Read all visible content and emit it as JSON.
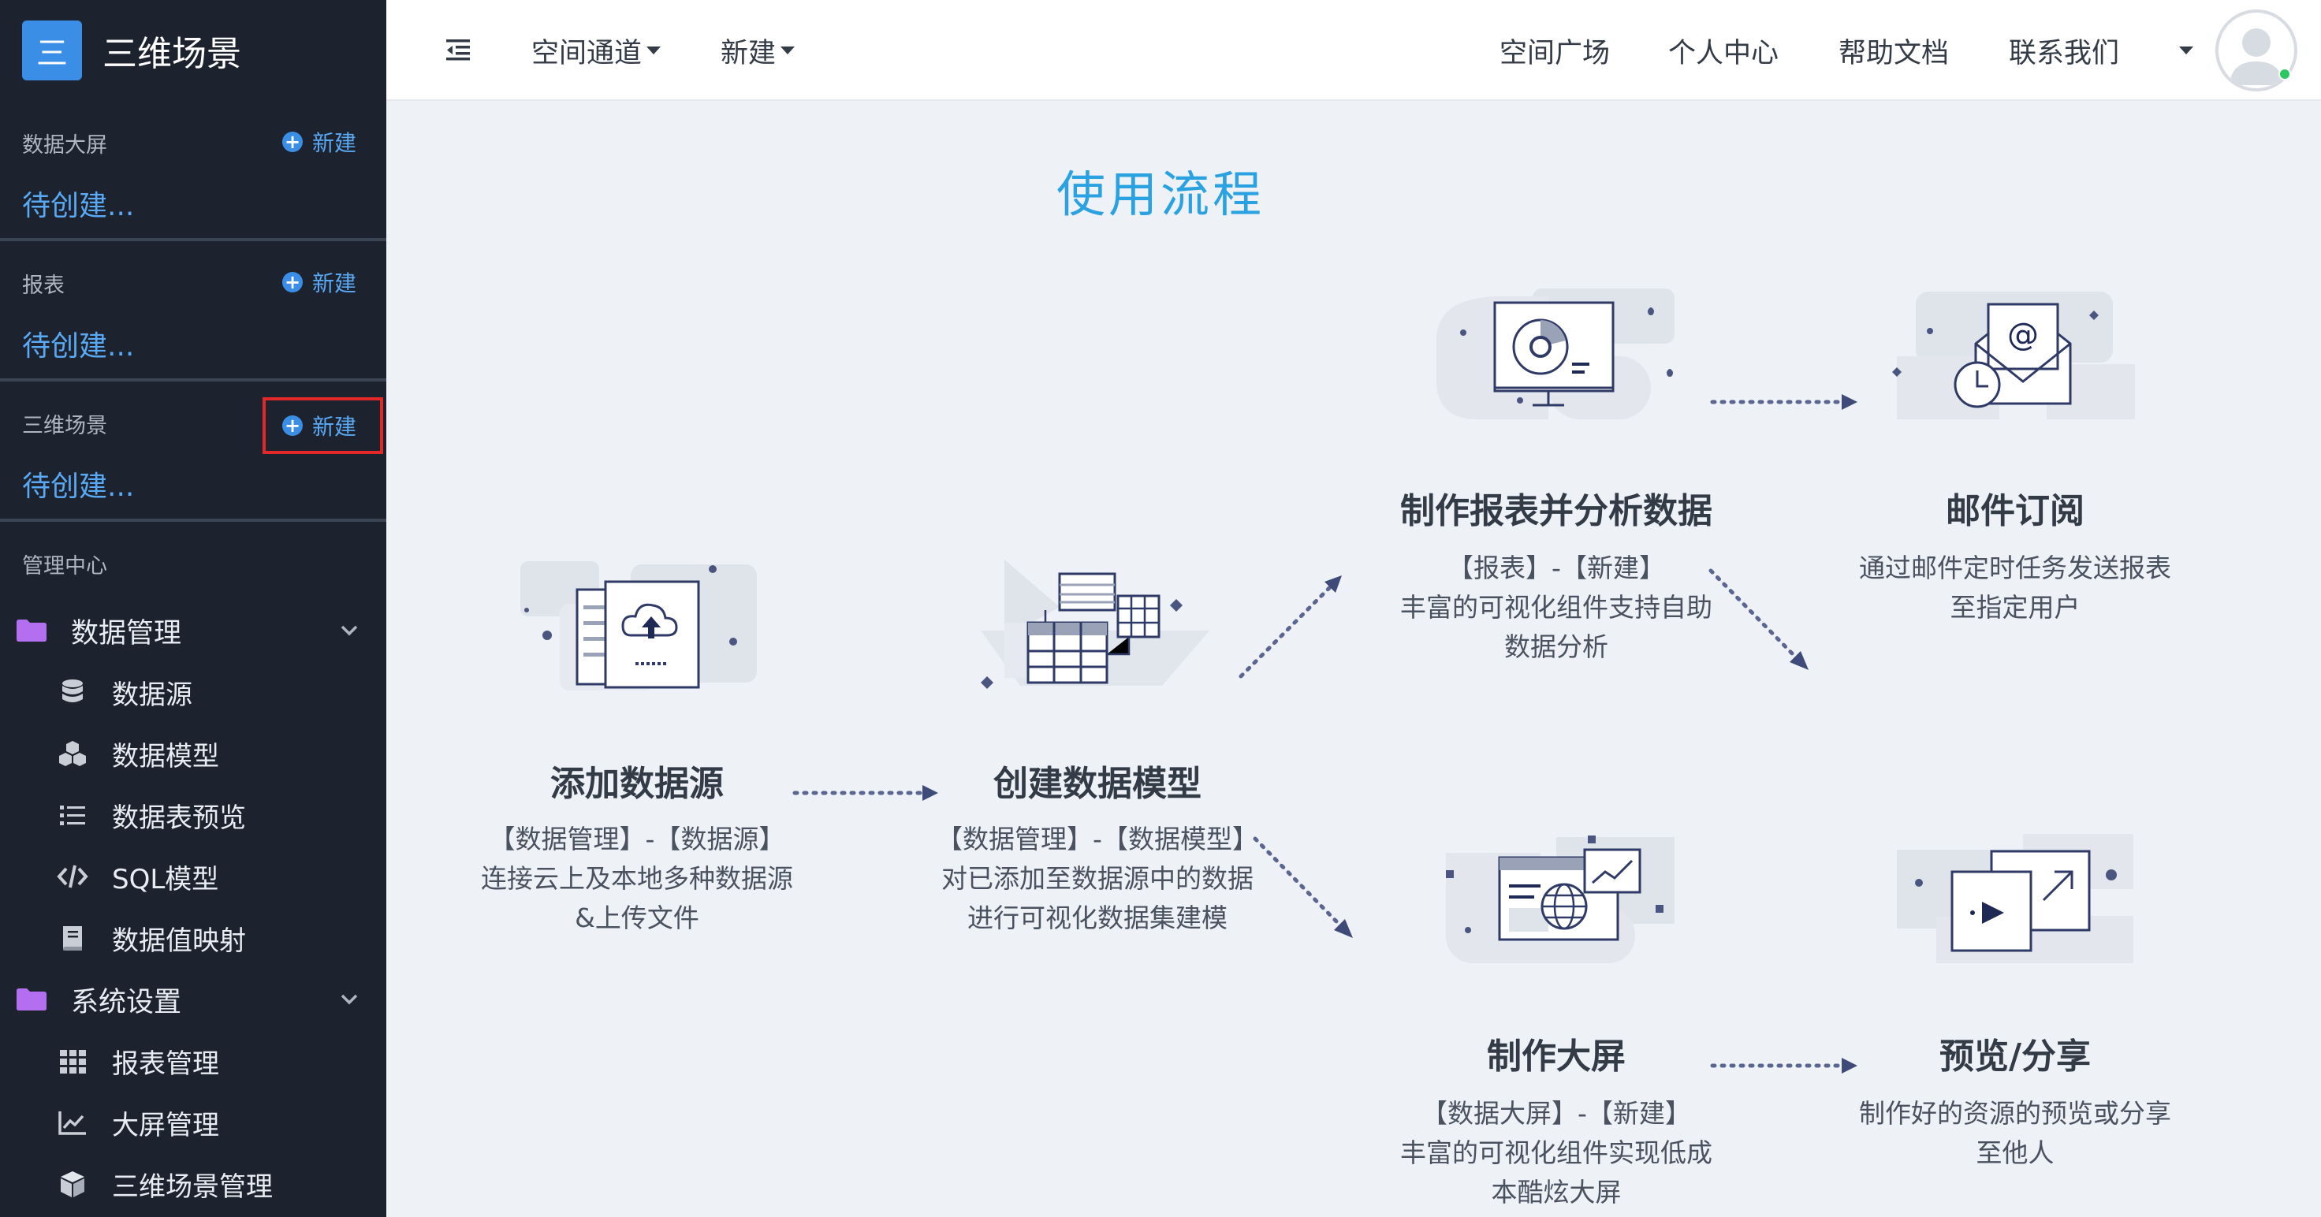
{
  "app": {
    "title": "三维场景",
    "logo_glyph": "三"
  },
  "sidebar": {
    "sections": [
      {
        "title": "数据大屏",
        "new_label": "新建",
        "pending": "待创建..."
      },
      {
        "title": "报表",
        "new_label": "新建",
        "pending": "待创建..."
      },
      {
        "title": "三维场景",
        "new_label": "新建",
        "pending": "待创建..."
      }
    ],
    "management_title": "管理中心",
    "groups": [
      {
        "label": "数据管理",
        "items": [
          {
            "label": "数据源",
            "icon": "database-icon"
          },
          {
            "label": "数据模型",
            "icon": "cubes-icon"
          },
          {
            "label": "数据表预览",
            "icon": "list-icon"
          },
          {
            "label": "SQL模型",
            "icon": "code-icon"
          },
          {
            "label": "数据值映射",
            "icon": "book-icon"
          }
        ]
      },
      {
        "label": "系统设置",
        "items": [
          {
            "label": "报表管理",
            "icon": "grid-icon"
          },
          {
            "label": "大屏管理",
            "icon": "chart-line-icon"
          },
          {
            "label": "三维场景管理",
            "icon": "cube-icon"
          }
        ]
      }
    ]
  },
  "header": {
    "nav_left": [
      {
        "label": "空间通道"
      },
      {
        "label": "新建"
      }
    ],
    "nav_right": [
      {
        "label": "空间广场"
      },
      {
        "label": "个人中心"
      },
      {
        "label": "帮助文档"
      },
      {
        "label": "联系我们"
      }
    ]
  },
  "main": {
    "title": "使用流程",
    "steps": [
      {
        "title": "添加数据源",
        "desc": [
          "【数据管理】-【数据源】",
          "连接云上及本地多种数据源",
          "&上传文件"
        ]
      },
      {
        "title": "创建数据模型",
        "desc": [
          "【数据管理】-【数据模型】",
          "对已添加至数据源中的数据",
          "进行可视化数据集建模"
        ]
      },
      {
        "title": "制作报表并分析数据",
        "desc": [
          "【报表】-【新建】",
          "丰富的可视化组件支持自助",
          "数据分析"
        ]
      },
      {
        "title": "邮件订阅",
        "desc": [
          "通过邮件定时任务发送报表",
          "至指定用户"
        ]
      },
      {
        "title": "制作大屏",
        "desc": [
          "【数据大屏】-【新建】",
          "丰富的可视化组件实现低成",
          "本酷炫大屏"
        ]
      },
      {
        "title": "预览/分享",
        "desc": [
          "制作好的资源的预览或分享",
          "至他人"
        ]
      }
    ]
  },
  "colors": {
    "sidebar_bg": "#1d232e",
    "accent": "#3a8ee6",
    "link": "#5aa9f5",
    "title": "#2aa1e0",
    "folder": "#b36ff0",
    "highlight": "#e3282a"
  }
}
